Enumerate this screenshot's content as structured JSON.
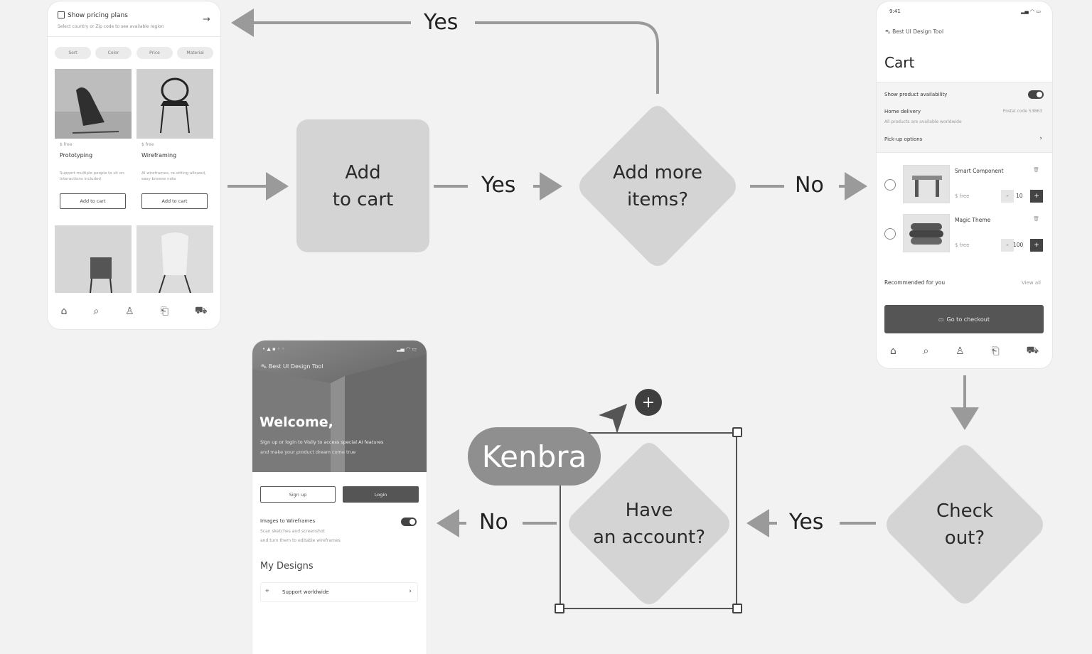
{
  "grid_phone": {
    "pricing_title": "Show pricing plans",
    "pricing_sub": "Select country or Zip code to see available region",
    "chips": [
      "Sort",
      "Color",
      "Price",
      "Material"
    ],
    "products": [
      {
        "price": "$ free",
        "name": "Prototyping",
        "desc": "Support multiple people to sit on. Interactions included",
        "button": "Add to cart"
      },
      {
        "price": "$ free",
        "name": "Wireframing",
        "desc": "AI wireframes, re-sitting allowed, easy browse note",
        "button": "Add to cart"
      }
    ]
  },
  "cart_phone": {
    "time": "9:41",
    "brand": "Best UI Design Tool",
    "title": "Cart",
    "availability": "Show product availability",
    "delivery": "Home delivery",
    "postal": "Postal code 53863",
    "delivery_sub": "All products are available worldwide",
    "pickup": "Pick-up options",
    "items": [
      {
        "name": "Smart Component",
        "price": "$ free",
        "qty": "10"
      },
      {
        "name": "Magic Theme",
        "price": "$ free",
        "qty": "100"
      }
    ],
    "recommended": "Recommended for you",
    "view_all": "View all",
    "checkout": "Go to checkout"
  },
  "welcome_phone": {
    "brand": "Best UI Design Tool",
    "heading": "Welcome,",
    "sub1": "Sign up or login to Visily to access special AI features",
    "sub2": "and make your product dream come true",
    "signup": "Sign up",
    "login": "Login",
    "toggle_title": "Images to Wireframes",
    "toggle_sub1": "Scan sketches and screenshot",
    "toggle_sub2": "and turn them to editable wireframes",
    "my_designs": "My Designs",
    "support": "Support worldwide"
  },
  "flow": {
    "add_to_cart": "Add\nto cart",
    "add_more": "Add more\nitems?",
    "check_out": "Check\nout?",
    "have_account": "Have\nan account?",
    "yes": "Yes",
    "no": "No",
    "cursor_label": "Kenbra",
    "plus": "+"
  }
}
